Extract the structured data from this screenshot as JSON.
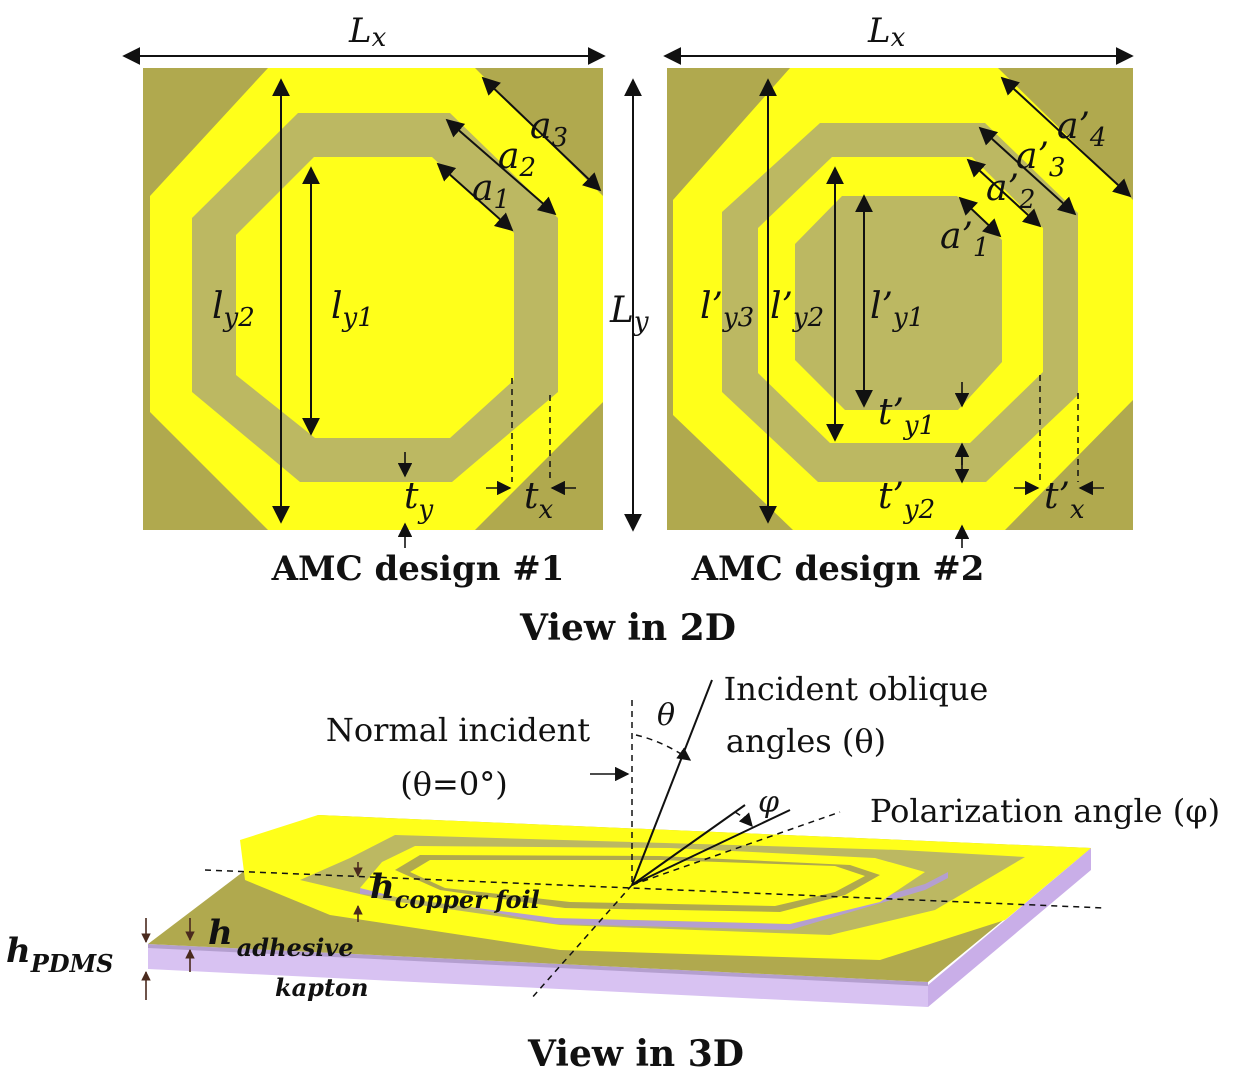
{
  "colors": {
    "substrate_top": "#b0a94e",
    "copper": "#ffff1a",
    "gap": "#bcb862",
    "pdms_side": "#d8c2f2",
    "pdms_front": "#c9aee8",
    "kapton_edge": "#b49fcf"
  },
  "design1": {
    "caption": "AMC design #1",
    "Lx": "L",
    "Lx_sub": "x",
    "a1": "a",
    "a1_sub": "1",
    "a2": "a",
    "a2_sub": "2",
    "a3": "a",
    "a3_sub": "3",
    "ly2": "l",
    "ly2_sub": "y2",
    "ly1": "l",
    "ly1_sub": "y1",
    "ty": "t",
    "ty_sub": "y",
    "tx": "t",
    "tx_sub": "x"
  },
  "Ly": "L",
  "Ly_sub": "y",
  "design2": {
    "caption": "AMC design #2",
    "Lx": "L",
    "Lx_sub": "x",
    "a4": "a’",
    "a4_sub": "4",
    "a3": "a’",
    "a3_sub": "3",
    "a2": "a’",
    "a2_sub": "2",
    "a1": "a’",
    "a1_sub": "1",
    "ly3": "l’",
    "ly3_sub": "y3",
    "ly2": "l’",
    "ly2_sub": "y2",
    "ly1": "l’",
    "ly1_sub": "y1",
    "ty1": "t’",
    "ty1_sub": "y1",
    "ty2": "t’",
    "ty2_sub": "y2",
    "tx": "t’",
    "tx_sub": "x"
  },
  "view2d": "View in 2D",
  "view3d": "View in 3D",
  "normal_line1": "Normal incident",
  "normal_line2": "(θ=0°)",
  "oblique_line1": "Incident oblique",
  "oblique_line2": "angles (θ)",
  "theta": "θ",
  "phi": "φ",
  "polarization": "Polarization angle (φ)",
  "h_copper": "h",
  "h_copper_sub": "copper foil",
  "h_adhesive": "h",
  "h_adhesive_sub1": "adhesive",
  "h_adhesive_sub2": "kapton",
  "h_pdms": "h",
  "h_pdms_sub": "PDMS"
}
